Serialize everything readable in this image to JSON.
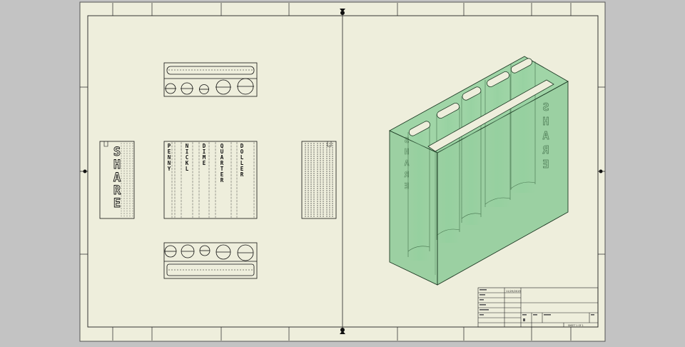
{
  "colors": {
    "background": "#c3c3c3",
    "sheet": "#eeeedc",
    "line": "#1a1a1a",
    "model_fill": "#5ab873",
    "model_edge": "#1e3a24"
  },
  "views": {
    "side_label": "SHARE",
    "front_labels": [
      "PENNY",
      "NICKL",
      "DIME",
      "QUARTER",
      "DOLLER"
    ]
  },
  "isometric": {
    "face_text": "SHARE"
  },
  "title_block": {
    "date": "11/29/2019",
    "sheet": "SHEET 1 OF 1"
  }
}
